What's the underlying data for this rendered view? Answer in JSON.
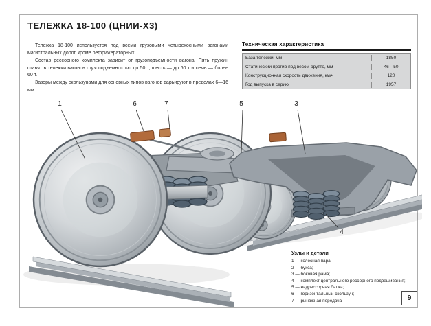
{
  "page": {
    "title": "ТЕЛЕЖКА 18-100 (ЦНИИ-Х3)",
    "page_number": "9"
  },
  "intro": {
    "paragraphs": [
      "Тележка 18-100 используется под всеми грузовыми четырехосными вагонами магистральных дорог, кроме рефрижераторных.",
      "Состав рессорного комплекта зависит от грузоподъемности вагона. Пять пружин ставят в тележки вагонов грузоподъемностью до 50 т, шесть — до 60 т и семь — более 60 т.",
      "Зазоры между скользунами для основных типов вагонов варьируют в пределах 6—16 мм."
    ]
  },
  "specs": {
    "header": "Техническая характеристика",
    "rows": [
      {
        "label": "База тележки, мм",
        "value": "1850"
      },
      {
        "label": "Статический прогиб под весом брутто, мм",
        "value": "46—50"
      },
      {
        "label": "Конструкционная скорость движения, км/ч",
        "value": "120"
      },
      {
        "label": "Год выпуска в серию",
        "value": "1957"
      }
    ]
  },
  "legend": {
    "heading": "Узлы и детали",
    "items": [
      "1 — колесная пара;",
      "2 — букса;",
      "3 — боковая рама;",
      "4 — комплект центрального рессорного подвешивания;",
      "5 — надрессорная балка;",
      "6 — горизонтальный скользун;",
      "7 — рычажная передача"
    ]
  },
  "callouts": [
    "1",
    "6",
    "7",
    "5",
    "3",
    "4"
  ],
  "colors": {
    "frame_border": "#adadad",
    "table_row_bg": "#d7d8d9",
    "steel_light": "#dfe2e4",
    "steel_dark": "#8a9197",
    "brake_orange": "#b26b3c",
    "spring_dark": "#5b6a78"
  }
}
